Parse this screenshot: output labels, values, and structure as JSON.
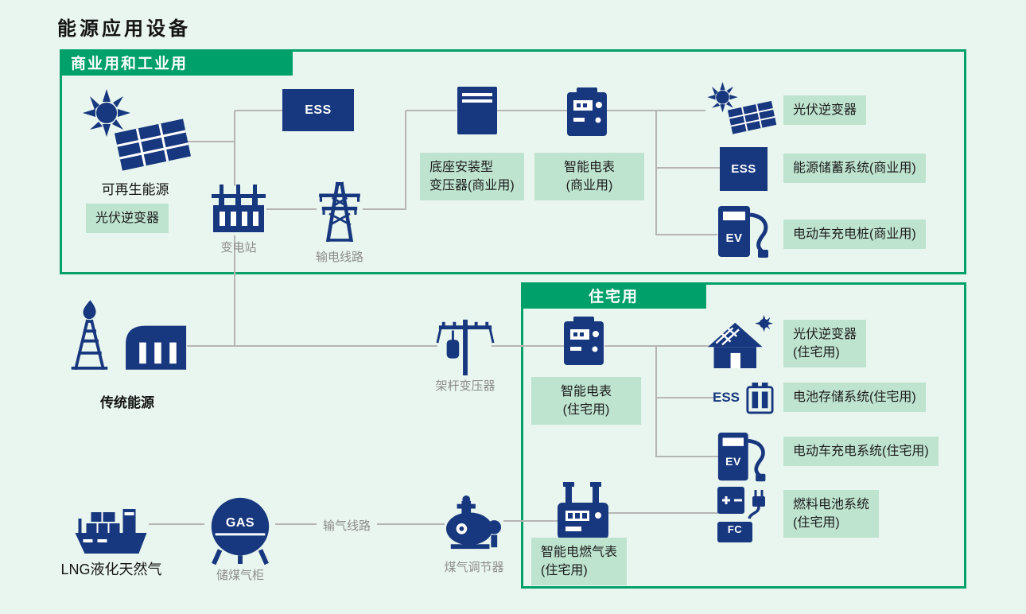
{
  "title": "能源应用设备",
  "colors": {
    "navy": "#17377E",
    "green": "#00A06A",
    "label_green": "#BEE3CF",
    "background": "#E9F6EF",
    "line_gray": "#B5B5B5",
    "text_gray": "#8C8C8C"
  },
  "commercial": {
    "header": "商业用和工业用",
    "renewable_label": "可再生能源",
    "renewable_tag": "光伏逆变器",
    "ess_text": "ESS",
    "substation_label": "变电站",
    "transmission_label": "输电线路",
    "pad_transformer_label": "底座安装型\n变压器(商业用)",
    "smart_meter_label": "智能电表\n(商业用)",
    "pv_inverter_label": "光伏逆变器",
    "storage_ess_text": "ESS",
    "storage_label": "能源储蓄系统(商业用)",
    "ev_text": "EV",
    "ev_charger_label": "电动车充电桩(商业用)"
  },
  "traditional": {
    "label": "传统能源"
  },
  "residential": {
    "header": "住宅用",
    "pole_transformer_label": "架杆变压器",
    "smart_meter_label": "智能电表\n(住宅用)",
    "pv_inverter_label": "光伏逆变器\n(住宅用)",
    "battery_ess_text": "ESS",
    "battery_label": "电池存储系统(住宅用)",
    "ev_text": "EV",
    "ev_system_label": "电动车充电系统(住宅用)",
    "fuel_cell_text": "FC",
    "fuel_cell_label": "燃料电池系统\n(住宅用)",
    "gas_meter_label": "智能电燃气表\n(住宅用)"
  },
  "gas_chain": {
    "lng_label": "LNG液化天然气",
    "holder_text": "GAS",
    "holder_label": "储煤气柜",
    "pipeline_label": "输气线路",
    "regulator_label": "煤气调节器"
  }
}
